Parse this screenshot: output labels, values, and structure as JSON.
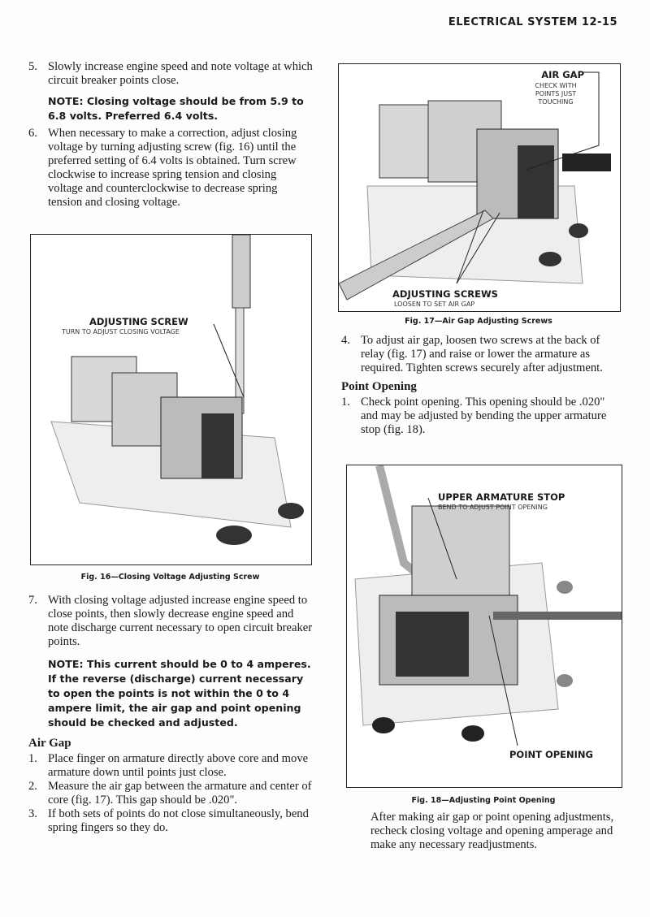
{
  "header": "ELECTRICAL SYSTEM 12-15",
  "left": {
    "item5": {
      "num": "5.",
      "text": "Slowly increase engine speed and note voltage at which circuit breaker points close."
    },
    "note5": "NOTE: Closing voltage should be from 5.9 to 6.8 volts. Preferred 6.4 volts.",
    "item6": {
      "num": "6.",
      "text": "When necessary to make a correction, adjust closing voltage by turning adjusting screw (fig. 16) until the preferred setting of 6.4 volts is obtained. Turn screw clockwise to increase spring tension and closing voltage and counterclockwise to decrease spring tension and closing voltage."
    },
    "fig16": {
      "label": "ADJUSTING SCREW",
      "sublabel": "TURN TO ADJUST CLOSING VOLTAGE",
      "caption": "Fig. 16—Closing Voltage Adjusting Screw"
    },
    "item7": {
      "num": "7.",
      "text": "With closing voltage adjusted increase engine speed to close points, then slowly decrease engine speed and note discharge current necessary to open circuit breaker points."
    },
    "note7": "NOTE: This current should be 0 to 4 amperes. If the reverse (discharge) current necessary to open the points is not within the 0 to 4 ampere limit, the air gap and point opening should be checked and adjusted.",
    "air_gap_heading": "Air Gap",
    "air_gap_items": [
      {
        "num": "1.",
        "text": "Place finger on armature directly above core and move armature down until points just close."
      },
      {
        "num": "2.",
        "text": "Measure the air gap between the armature and center of core (fig. 17). This gap should be .020\"."
      },
      {
        "num": "3.",
        "text": "If both sets of points do not close simultaneously, bend spring fingers so they do."
      }
    ]
  },
  "right": {
    "fig17": {
      "label1": "AIR GAP",
      "sublabel1": "CHECK WITH POINTS JUST TOUCHING",
      "label2": "ADJUSTING SCREWS",
      "sublabel2": "LOOSEN TO SET AIR GAP",
      "caption": "Fig. 17—Air Gap Adjusting Screws"
    },
    "item4": {
      "num": "4.",
      "text": "To adjust air gap, loosen two screws at the back of relay (fig. 17) and raise or lower the armature as required. Tighten screws securely after adjustment."
    },
    "point_opening_heading": "Point Opening",
    "po_item1": {
      "num": "1.",
      "text": "Check point opening. This opening should be .020\" and may be adjusted by bending the upper armature stop (fig. 18)."
    },
    "fig18": {
      "label1": "UPPER ARMATURE STOP",
      "sublabel1": "BEND TO ADJUST POINT OPENING",
      "label2": "POINT OPENING",
      "caption": "Fig. 18—Adjusting Point Opening"
    },
    "closing_paragraph": "After making air gap or point opening adjustments, recheck closing voltage and opening amperage and make any necessary readjustments."
  }
}
